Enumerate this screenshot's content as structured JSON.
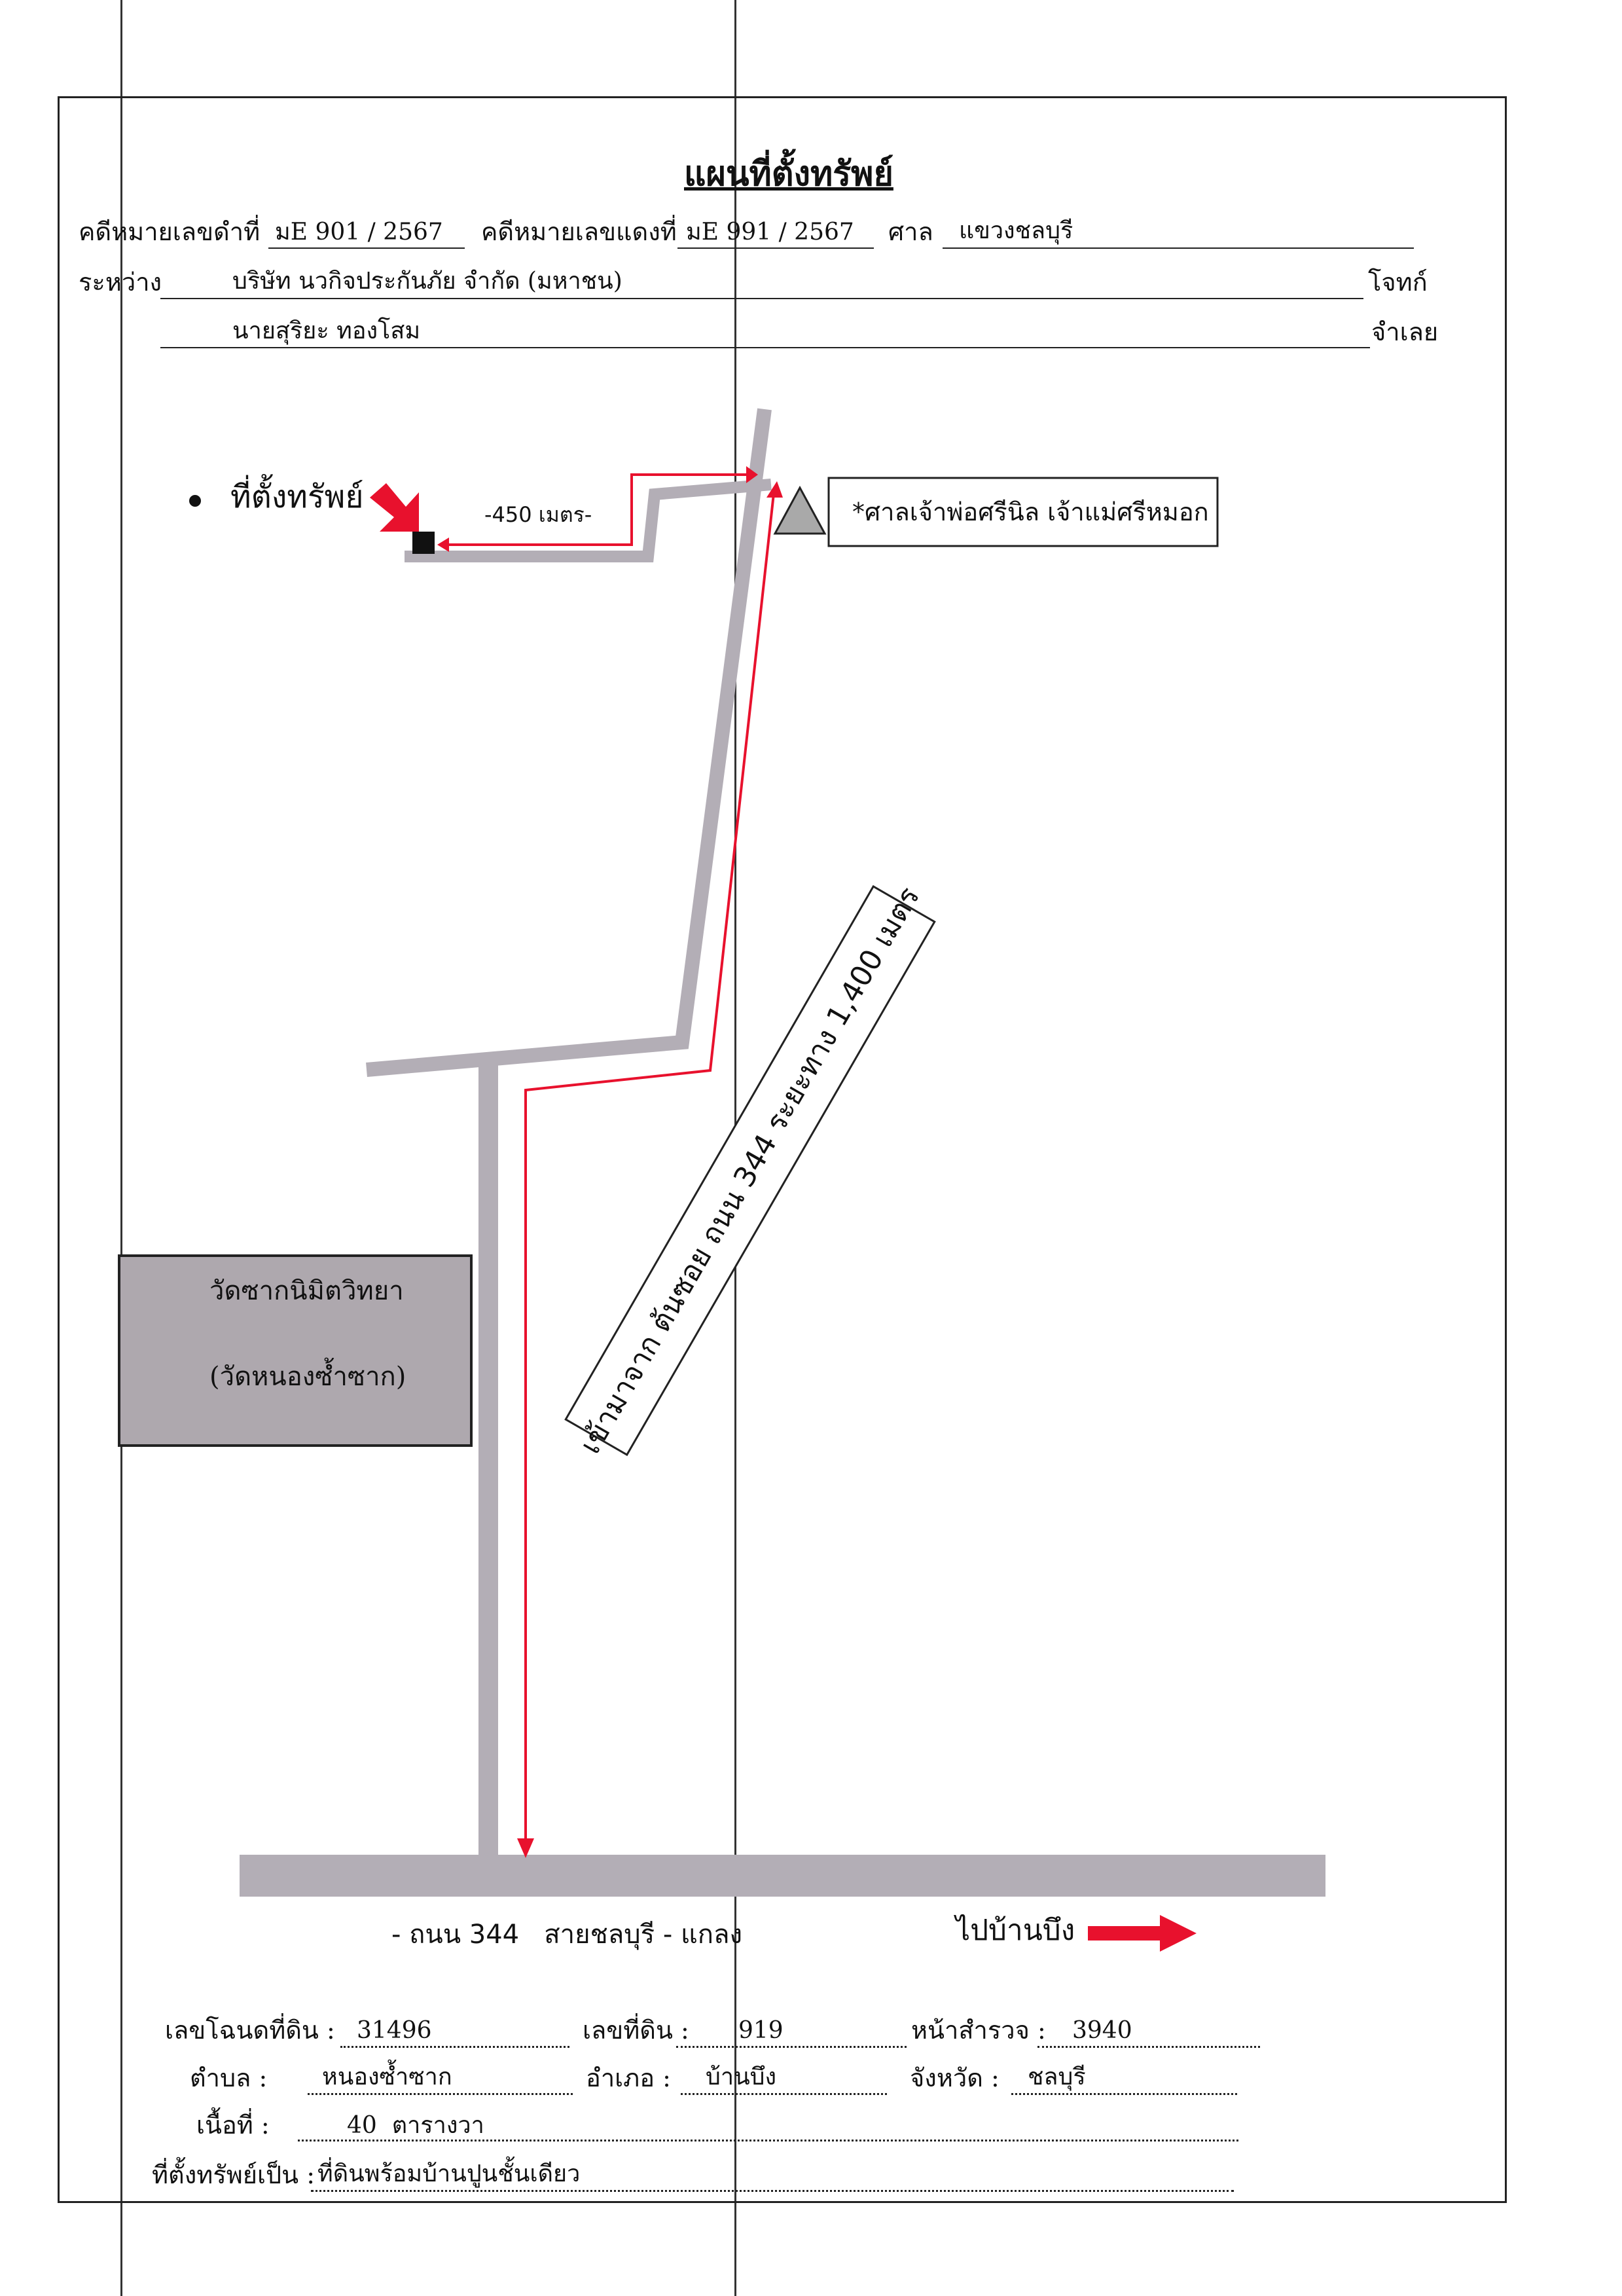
{
  "header": {
    "title": "แผนที่ตั้งทรัพย์",
    "black_case_label": "คดีหมายเลขดำที่",
    "black_case_value": "มE 901 / 2567",
    "red_case_label": "คดีหมายเลขแดงที่",
    "red_case_value": "มE 991 / 2567",
    "court_label": "ศาล",
    "court_value": "แขวงชลบุรี",
    "between_label": "ระหว่าง",
    "plaintiff_value": "บริษัท นวกิจประกันภัย จำกัด (มหาชน)",
    "plaintiff_label": "โจทก์",
    "defendant_value": "นายสุริยะ ทองโสม",
    "defendant_label": "จำเลย"
  },
  "map": {
    "property_label": "ที่ตั้งทรัพย์",
    "distance_450": "-450 เมตร-",
    "shrine_label": "*ศาลเจ้าพ่อศรีนิล เจ้าแม่ศรีหมอก",
    "route_note": "เข้ามาจาก ต้นซอย ถนน 344 ระยะทาง 1,400 เมตร",
    "temple_name": "วัดซากนิมิตวิทยา",
    "temple_alias": "(วัดหนองซ้ำซาก)",
    "main_road": "- ถนน 344   สายชลบุรี - แกลง",
    "direction": "ไปบ้านบึง",
    "colors": {
      "road": "#b3aeb6",
      "route": "#e8112d",
      "temple_fill": "#aea8ae",
      "shrine_fill": "#a9a9a9"
    }
  },
  "footer": {
    "deed_label": "เลขโฉนดที่ดิน :",
    "deed_value": "31496",
    "land_no_label": "เลขที่ดิน :",
    "land_no_value": "919",
    "survey_label": "หน้าสำรวจ :",
    "survey_value": "3940",
    "subdistrict_label": "ตำบล :",
    "subdistrict_value": "หนองซ้ำซาก",
    "district_label": "อำเภอ :",
    "district_value": "บ้านบึง",
    "province_label": "จังหวัด :",
    "province_value": "ชลบุรี",
    "area_label": "เนื้อที่ :",
    "area_value": "40  ตารางวา",
    "property_type_label": "ที่ตั้งทรัพย์เป็น :",
    "property_type_value": "ที่ดินพร้อมบ้านปูนชั้นเดียว"
  }
}
